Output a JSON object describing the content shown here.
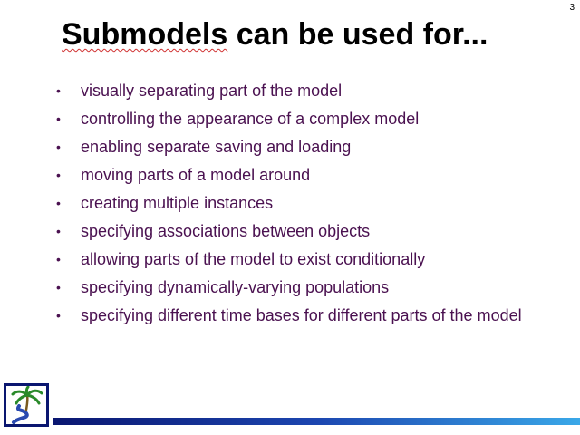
{
  "page_number": "3",
  "title": {
    "underlined_word": "Submodels",
    "rest": " can be used for..."
  },
  "bullets": [
    "visually separating part of the model",
    "controlling the appearance of a complex model",
    "enabling separate saving and loading",
    "moving parts of a model around",
    "creating multiple instances",
    "specifying associations between objects",
    "allowing parts of the model to exist conditionally",
    "specifying dynamically-varying populations",
    "specifying different time bases for different parts of the model"
  ],
  "bullet_symbol": "•",
  "colors": {
    "bullet_text": "#4a1150",
    "title": "#000000",
    "footer_dark": "#0a1670",
    "footer_light": "#3aa8e8",
    "logo_palm": "#2a8a2a",
    "logo_path": "#2a4ab0"
  },
  "icons": {
    "logo": "palm-tree-logo-icon"
  }
}
